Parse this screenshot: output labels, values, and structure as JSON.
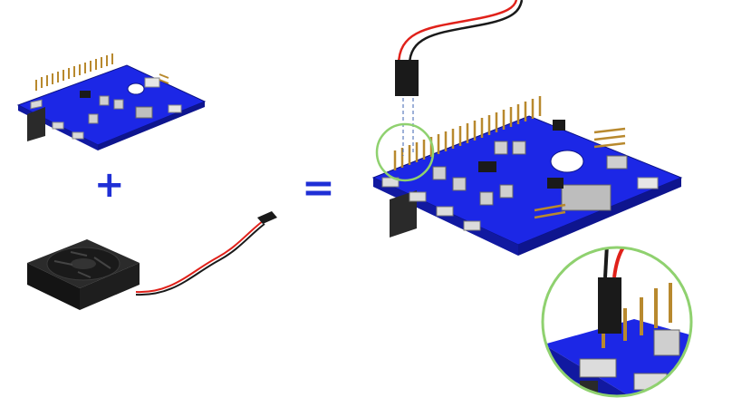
{
  "operators": {
    "plus": "+",
    "equals": "="
  },
  "components": [
    {
      "icon": "controller-board-small"
    },
    {
      "icon": "cooling-fan"
    },
    {
      "icon": "assembled-board"
    },
    {
      "icon": "zoom-detail"
    }
  ],
  "colors": {
    "pcb": "#1c27e6",
    "pcb_dark": "#1119a0",
    "pin": "#b8892e",
    "wire_red": "#e0211a",
    "wire_black": "#1a1a1a",
    "fan": "#222222",
    "highlight": "#8fd16f",
    "operator": "#1f2fd6",
    "guide_line": "#3c63b0"
  }
}
